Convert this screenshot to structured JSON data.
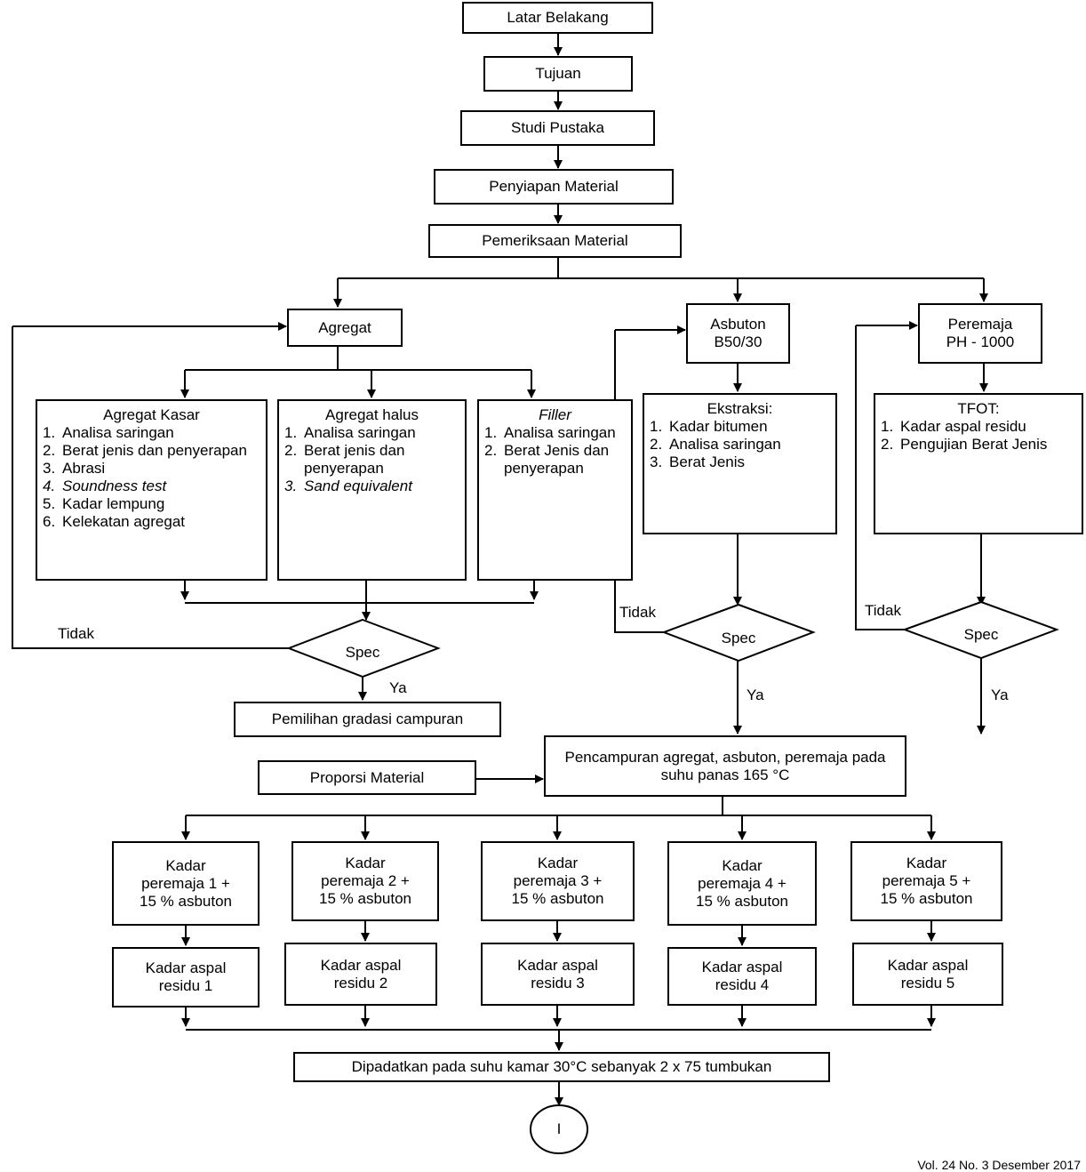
{
  "flow": {
    "latar": "Latar Belakang",
    "tujuan": "Tujuan",
    "studi": "Studi Pustaka",
    "penyiapan": "Penyiapan Material",
    "pemeriksaan": "Pemeriksaan Material",
    "agregat": "Agregat",
    "asbuton": "Asbuton\nB50/30",
    "peremaja": "Peremaja\nPH - 1000",
    "kasar": {
      "title": "Agregat Kasar",
      "items": [
        "Analisa saringan",
        "Berat jenis dan penyerapan",
        "Abrasi",
        "Soundness test",
        "Kadar lempung",
        "Kelekatan agregat"
      ]
    },
    "halus": {
      "title": "Agregat halus",
      "items": [
        "Analisa saringan",
        "Berat jenis dan penyerapan",
        "Sand equivalent"
      ]
    },
    "filler": {
      "title": "Filler",
      "items": [
        "Analisa saringan",
        "Berat Jenis dan penyerapan"
      ]
    },
    "ekstraksi": {
      "title": "Ekstraksi:",
      "items": [
        "Kadar bitumen",
        "Analisa saringan",
        "Berat Jenis"
      ]
    },
    "tfot": {
      "title": "TFOT:",
      "items": [
        "Kadar aspal residu",
        "Pengujian Berat Jenis"
      ]
    },
    "spec": "Spec",
    "tidak": "Tidak",
    "ya": "Ya",
    "gradasi": "Pemilihan gradasi campuran",
    "proporsi": "Proporsi Material",
    "pencampuran": "Pencampuran agregat, asbuton, peremaja pada\nsuhu panas 165 °C",
    "kadar_peremaja": [
      "Kadar\nperemaja 1 +\n15 % asbuton",
      "Kadar\nperemaja 2 +\n15 % asbuton",
      "Kadar\nperemaja 3 +\n15 % asbuton",
      "Kadar\nperemaja 4 +\n15 % asbuton",
      "Kadar\nperemaja 5 +\n15 % asbuton"
    ],
    "kadar_residu": [
      "Kadar aspal\nresidu 1",
      "Kadar aspal\nresidu 2",
      "Kadar aspal\nresidu 3",
      "Kadar aspal\nresidu 4",
      "Kadar aspal\nresidu 5"
    ],
    "dipadatkan": "Dipadatkan pada suhu kamar 30°C sebanyak 2 x 75 tumbukan",
    "connector": "I"
  },
  "footer": "Vol. 24 No. 3 Desember 2017"
}
